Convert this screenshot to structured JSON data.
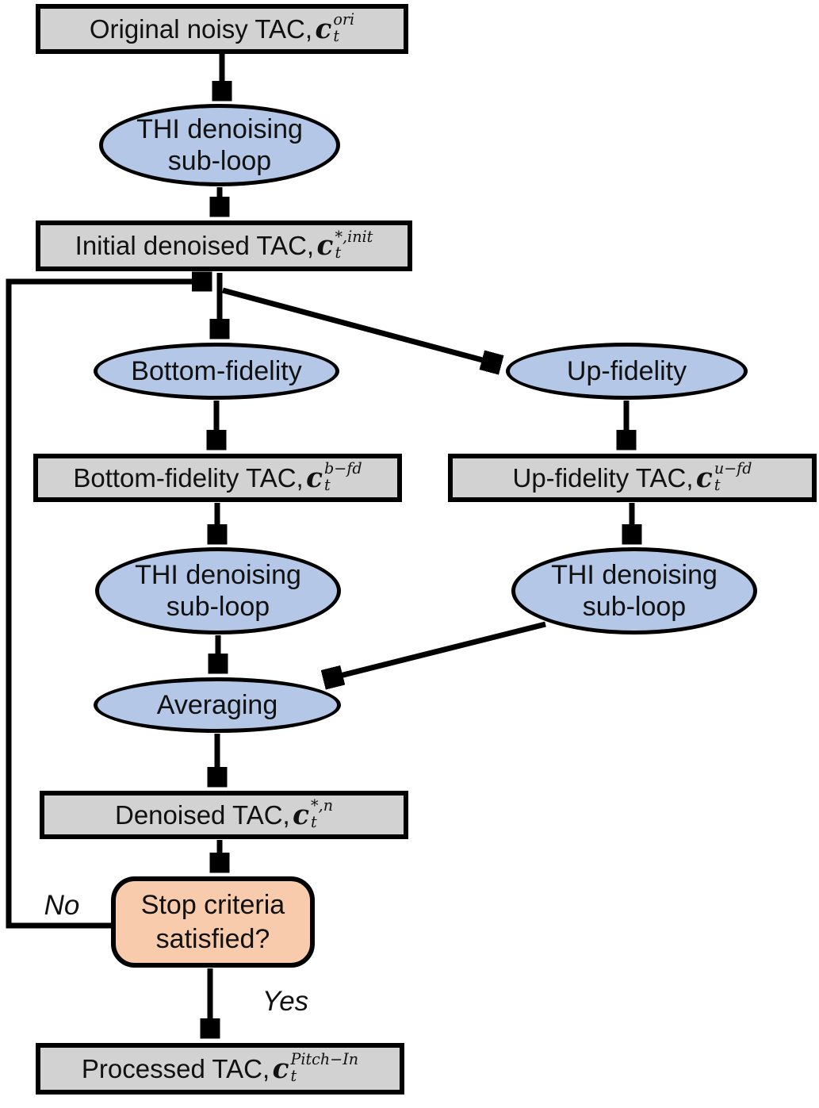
{
  "colors": {
    "process_box_fill": "#d2d2d2",
    "ellipse_fill": "#b4c7e7",
    "decision_fill": "#f8cbad",
    "line": "#000000"
  },
  "nodes": {
    "original": {
      "label": "Original noisy TAC, ",
      "var": "c",
      "sub": "t",
      "sup": "ori"
    },
    "thi1": {
      "line1": "THI denoising",
      "line2": "sub-loop"
    },
    "initial": {
      "label": "Initial denoised TAC,",
      "var": "c",
      "sub": "t",
      "sup": "*,init"
    },
    "bottom_fidelity": {
      "label": "Bottom-fidelity"
    },
    "up_fidelity": {
      "label": "Up-fidelity"
    },
    "bottom_tac": {
      "label": "Bottom-fidelity TAC,",
      "var": "c",
      "sub": "t",
      "sup": "b−fd"
    },
    "up_tac": {
      "label": "Up-fidelity TAC,",
      "var": "c",
      "sub": "t",
      "sup": "u−fd"
    },
    "thi2": {
      "line1": "THI denoising",
      "line2": "sub-loop"
    },
    "thi3": {
      "line1": "THI denoising",
      "line2": "sub-loop"
    },
    "averaging": {
      "label": "Averaging"
    },
    "denoised": {
      "label": "Denoised TAC,",
      "var": "c",
      "sub": "t",
      "sup": "*,n"
    },
    "stop": {
      "line1": "Stop criteria",
      "line2": "satisfied?"
    },
    "processed": {
      "label": "Processed TAC,",
      "var": "c",
      "sub": "t",
      "sup": "Pitch−In"
    }
  },
  "edge_labels": {
    "no": "No",
    "yes": "Yes"
  }
}
